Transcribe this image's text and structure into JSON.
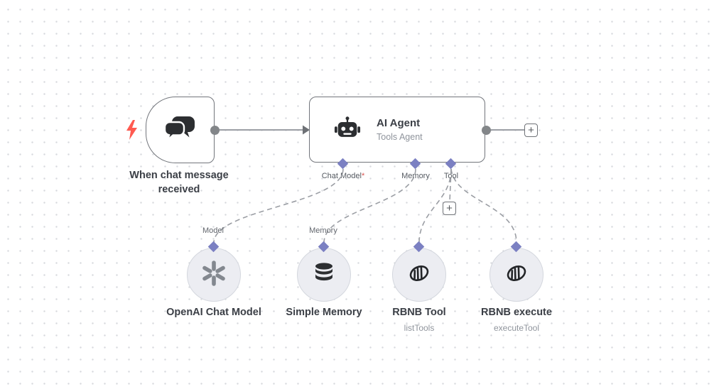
{
  "canvas": {
    "background": "#ffffff",
    "dot_color": "#d8dade"
  },
  "colors": {
    "connector_diamond": "#7b80c2",
    "edge": "#9b9ea4",
    "node_border": "#72757b",
    "bolt": "#ff5a50",
    "required_marker": "#d9534f"
  },
  "ui": {
    "plus": "+"
  },
  "trigger": {
    "title": "When chat message received",
    "icon": "chat-bubbles-icon"
  },
  "agent": {
    "title": "AI Agent",
    "subtitle": "Tools Agent",
    "icon": "robot-icon",
    "ports": [
      {
        "label": "Chat Model",
        "required": "*"
      },
      {
        "label": "Memory",
        "required": ""
      },
      {
        "label": "Tool",
        "required": ""
      }
    ]
  },
  "sub_nodes": [
    {
      "title": "OpenAI Chat Model",
      "subtitle": "",
      "port_label": "Model",
      "icon": "openai-icon"
    },
    {
      "title": "Simple Memory",
      "subtitle": "",
      "port_label": "Memory",
      "icon": "database-icon"
    },
    {
      "title": "RBNB Tool",
      "subtitle": "listTools",
      "port_label": "",
      "icon": "coil-icon"
    },
    {
      "title": "RBNB execute",
      "subtitle": "executeTool",
      "port_label": "",
      "icon": "coil-icon"
    }
  ]
}
